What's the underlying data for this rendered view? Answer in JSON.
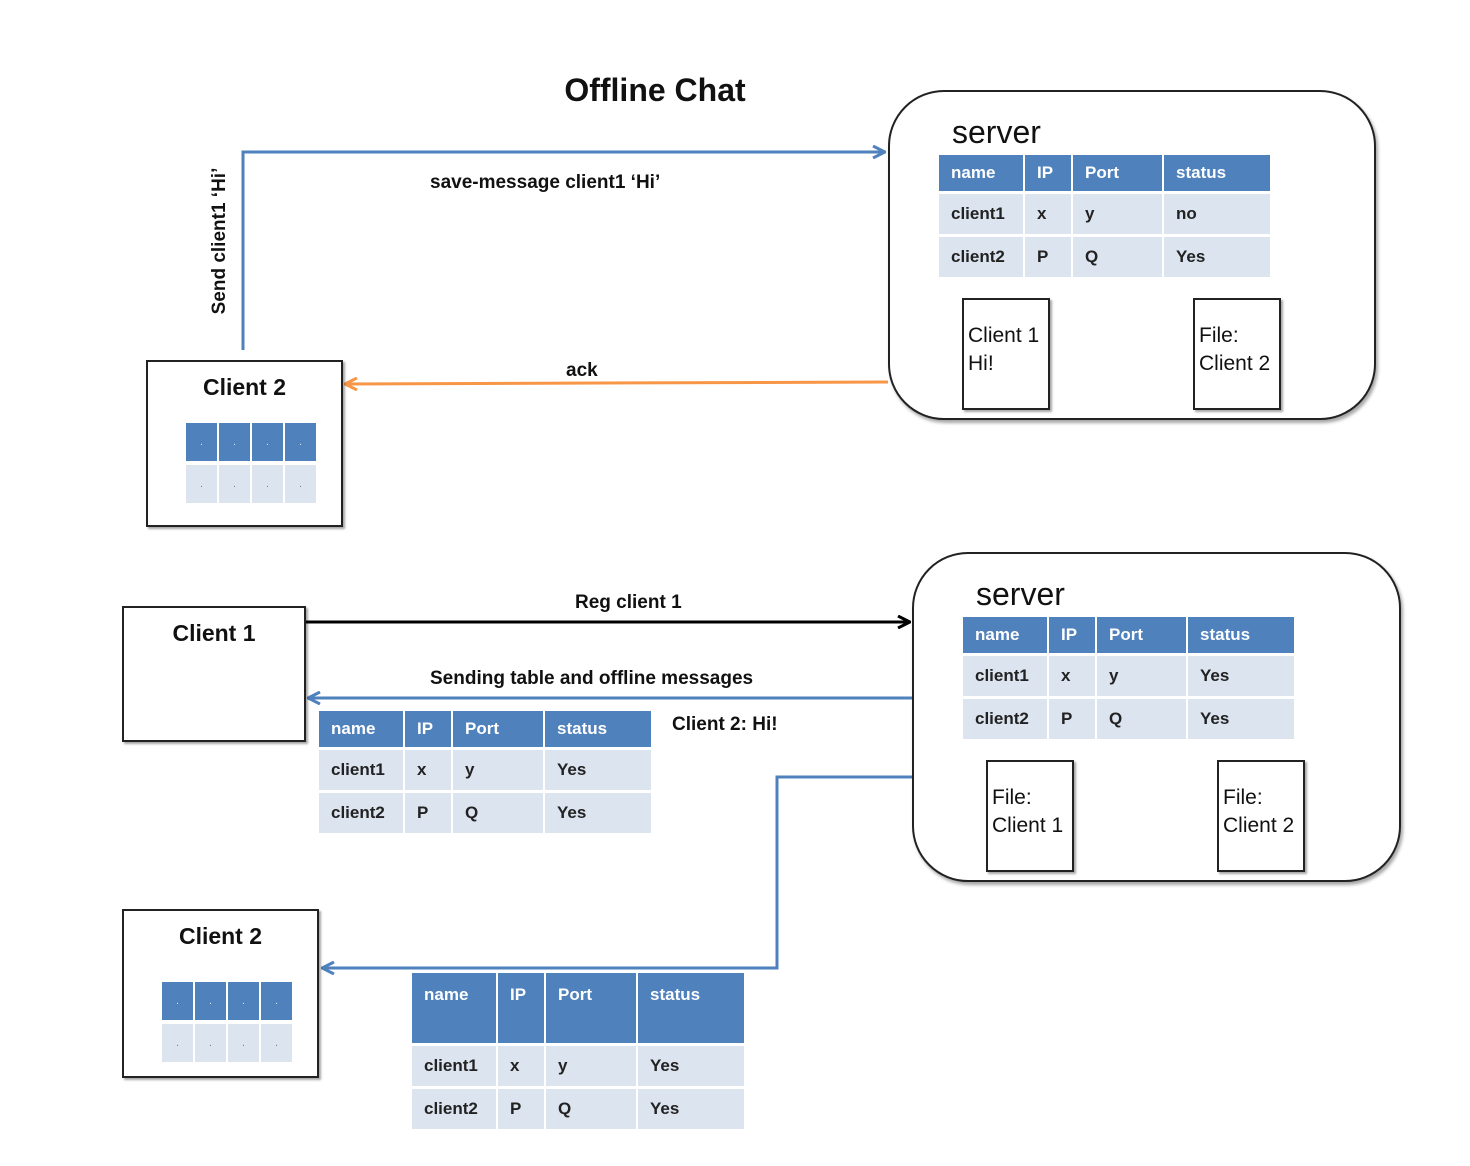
{
  "title": "Offline Chat",
  "colors": {
    "blue_arrow": "#4f81bd",
    "ack_arrow": "#f79646",
    "black_arrow": "#000000",
    "table_header": "#4f81bd",
    "table_cell": "#dce4f0"
  },
  "top": {
    "send_label": "Send client1 ‘Hi’",
    "save_message_label": "save-message client1 ‘Hi’",
    "ack_label": "ack",
    "client2": {
      "title": "Client 2",
      "mini_cell": "."
    },
    "server": {
      "title": "server",
      "table": {
        "headers": [
          "name",
          "IP",
          "Port",
          "status"
        ],
        "rows": [
          [
            "client1",
            "x",
            "y",
            "no"
          ],
          [
            "client2",
            "P",
            "Q",
            "Yes"
          ]
        ]
      },
      "file_left": [
        "Client 1",
        "Hi!"
      ],
      "file_right": [
        "File:",
        "Client 2"
      ]
    }
  },
  "bottom": {
    "reg_label": "Reg client 1",
    "sending_label": "Sending  table and offline messages",
    "client2_msg_label": "Client 2:  Hi!",
    "client1": {
      "title": "Client 1"
    },
    "client1_table": {
      "headers": [
        "name",
        "IP",
        "Port",
        "status"
      ],
      "rows": [
        [
          "client1",
          "x",
          "y",
          "Yes"
        ],
        [
          "client2",
          "P",
          "Q",
          "Yes"
        ]
      ]
    },
    "server": {
      "title": "server",
      "table": {
        "headers": [
          "name",
          "IP",
          "Port",
          "status"
        ],
        "rows": [
          [
            "client1",
            "x",
            "y",
            "Yes"
          ],
          [
            "client2",
            "P",
            "Q",
            "Yes"
          ]
        ]
      },
      "file_left": [
        "File:",
        "Client 1"
      ],
      "file_right": [
        "File:",
        "Client 2"
      ]
    },
    "client2": {
      "title": "Client 2",
      "mini_cell": "."
    },
    "client2_table": {
      "headers": [
        "name",
        "IP",
        "Port",
        "status"
      ],
      "rows": [
        [
          "client1",
          "x",
          "y",
          "Yes"
        ],
        [
          "client2",
          "P",
          "Q",
          "Yes"
        ]
      ]
    }
  }
}
